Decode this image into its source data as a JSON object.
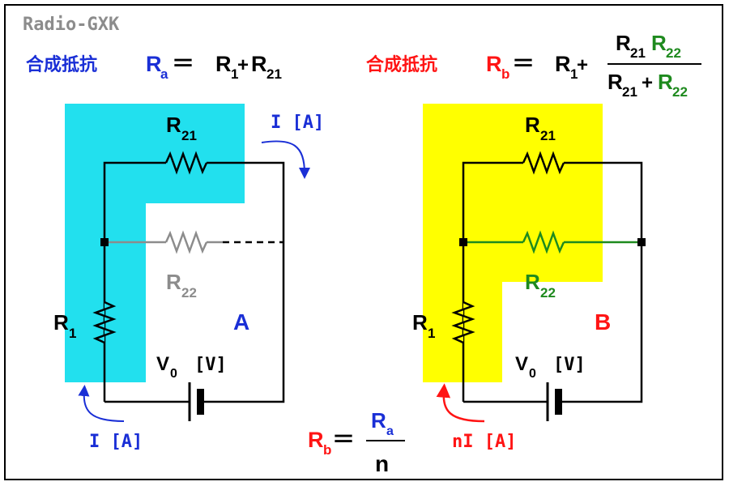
{
  "brand": "Radio-GXK",
  "colors": {
    "blue": "#1a2fd6",
    "red": "#ff1414",
    "green": "#1e8a1e",
    "gray": "#8c8c8c",
    "cyan": "#22e0ee",
    "yellow": "#ffff00",
    "ink": "#000000"
  },
  "left": {
    "heading": "合成抵抗",
    "R_main": "R",
    "R_sub": "a",
    "eq": "＝",
    "term1": "R",
    "term1_sub": "1",
    "plus": "+",
    "term2": "R",
    "term2_sub": "21",
    "r21": "R",
    "r21_sub": "21",
    "r22": "R",
    "r22_sub": "22",
    "r1": "R",
    "r1_sub": "1",
    "tag": "A",
    "v0": "V",
    "v0_sub": "0",
    "v_unit": "[V]",
    "current_top": "I [A]",
    "current_bottom": "I [A]"
  },
  "right": {
    "heading": "合成抵抗",
    "R_main": "R",
    "R_sub": "b",
    "eq": "＝",
    "term1": "R",
    "term1_sub": "1",
    "plus": "+",
    "num_a": "R",
    "num_a_sub": "21",
    "num_b": "R",
    "num_b_sub": "22",
    "den_a": "R",
    "den_a_sub": "21",
    "den_plus": "+",
    "den_b": "R",
    "den_b_sub": "22",
    "r21": "R",
    "r21_sub": "21",
    "r22": "R",
    "r22_sub": "22",
    "r1": "R",
    "r1_sub": "1",
    "tag": "B",
    "v0": "V",
    "v0_sub": "0",
    "v_unit": "[V]",
    "current_bottom": "nI [A]"
  },
  "bottom_formula": {
    "lhs": "R",
    "lhs_sub": "b",
    "eq": "＝",
    "num": "R",
    "num_sub": "a",
    "den": "n"
  }
}
